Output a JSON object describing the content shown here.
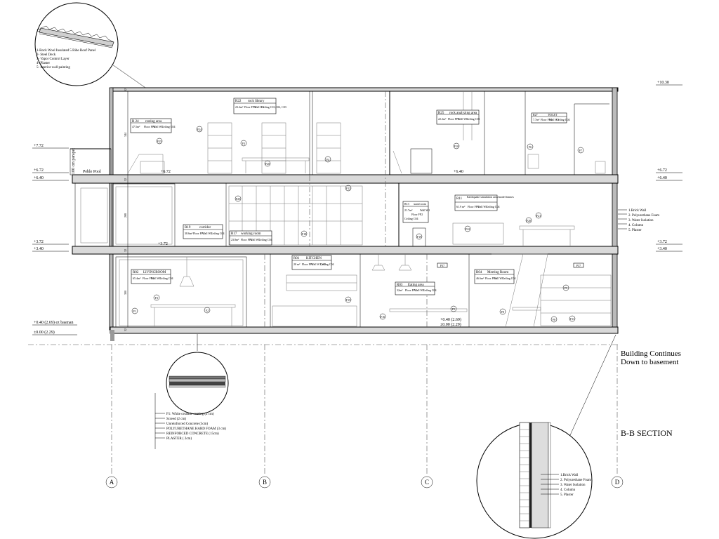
{
  "section": {
    "title": "B-B SECTION",
    "note_line1": "Building Continues",
    "note_line2": "Down to basement",
    "parapet": "100 cm parapet",
    "pool": "Peble Pool"
  },
  "axes": [
    "A",
    "B",
    "C",
    "D"
  ],
  "levels": {
    "top": "+10.30",
    "parapet_left": "+7.72",
    "l672_a": "+6.72",
    "l640_a": "+6.40",
    "l672_b": "+6.72",
    "l640_b": "+6.40",
    "l672_c": "+6.72",
    "l640_c": "+6.40",
    "l372_a": "+3.72",
    "l340_a": "+3.40",
    "l372_b": "+3.72",
    "l372_c": "+3.72",
    "l340_c": "+3.40",
    "l040": "+0.40 (2.69) ez basman",
    "l000": "±0.00 (2.29)",
    "mid040": "+0.40 (2.69)",
    "mid000": "±0.00 (2.29)"
  },
  "dims": {
    "d1": "344",
    "d2": "32",
    "d3": "268",
    "d4": "32",
    "d5": "300",
    "d6": "32",
    "d7": "32"
  },
  "roof_detail": [
    "1-Rock Wool Insulated 5 Ribe Roof Panel",
    "2- Steel Deck",
    "3- Vapor Control Layer",
    "4- Plaster",
    "5- Interior wall painting"
  ],
  "floor_detail": [
    "F1: White ceramic coating  (2 cm)",
    "Screed (2 cm)",
    "Unreinforced Concrete (5cm)",
    "POLYURETHANE HARD FOAM (3 cm)",
    "REINFORCED CONCRETE (15cm)",
    "PLASTER ( 2cm)"
  ],
  "wall_detail": [
    "1.Brick Wall",
    "2. Polyurethane Foam",
    "3. Water Isolation",
    "4. Column",
    "5. Plaster"
  ],
  "wall_callout": [
    "1.Brick Wall",
    "2. Polyurethane Foam",
    "3. Water Isolation",
    "4. Column",
    "5. Plaster"
  ],
  "rooms": [
    {
      "code": "R 24",
      "name": "resting area",
      "area": "47.5m²",
      "floor": "Floor FP4",
      "wall": "Wall W1",
      "ceiling": "Ceiling C04"
    },
    {
      "code": "R22",
      "name": "rock library",
      "area": "23.2m²",
      "floor": "Floor FP4",
      "wall": "Wall W1",
      "ceiling": "Ceiling C01,C02, C03"
    },
    {
      "code": "R25",
      "name": "rock analyzing area",
      "area": "22.2m²",
      "floor": "Floor FP4",
      "wall": "Wall W1",
      "ceiling": "Ceiling C01"
    },
    {
      "code": "R27",
      "name": "TOILET",
      "area": "7.7m²",
      "floor": "Floor FP4",
      "wall": "Wall W1",
      "ceiling": "Ceiling C04"
    },
    {
      "code": "R13",
      "name": "stand room",
      "area": "21.7m²",
      "floor": "Floor FP2",
      "wall": "Wall W1",
      "ceiling": "Ceiling C04"
    },
    {
      "code": "R11",
      "name": "Earthquake simulation area/model frames",
      "area": "61.9 m²",
      "floor": "Floor FP4",
      "wall": "Wall W1",
      "ceiling": "Ceiling C04"
    },
    {
      "code": "R19",
      "name": "corridor",
      "area": "38.6m²",
      "floor": "Floor FP1",
      "wall": "Wall W1",
      "ceiling": "Ceiling C04"
    },
    {
      "code": "R17",
      "name": "working room",
      "area": "23.8m²",
      "floor": "Floor FP1",
      "wall": "Wall W1",
      "ceiling": "Ceiling C04"
    },
    {
      "code": "R02",
      "name": "LIVINGROOM",
      "area": "65.4m²",
      "floor": "Floor FP1",
      "wall": "Wall W1",
      "ceiling": "Ceiling C04"
    },
    {
      "code": "R01",
      "name": "KITCHEN",
      "area": "20 m²",
      "floor": "Floor FP1",
      "wall": "Wall W1,W2",
      "ceiling": "Ceiling C04"
    },
    {
      "code": "R03",
      "name": "Eating area",
      "area": "32m²",
      "floor": "Floor FP1",
      "wall": "Wall W1",
      "ceiling": "Ceiling C04"
    },
    {
      "code": "R04",
      "name": "Meeting Room",
      "area": "46.6m²",
      "floor": "Floor FP1",
      "wall": "Wall W1",
      "ceiling": "Ceiling C04"
    }
  ],
  "furniture_tags": [
    "F24",
    "F25",
    "F3",
    "F20",
    "F4",
    "F10",
    "F6",
    "F7",
    "F21",
    "F25",
    "F19",
    "F20",
    "F18",
    "F22",
    "F1",
    "F3",
    "F2",
    "F15",
    "F16",
    "F8",
    "F9",
    "F5",
    "F11",
    "F8",
    "F12",
    "P37",
    "P37"
  ]
}
